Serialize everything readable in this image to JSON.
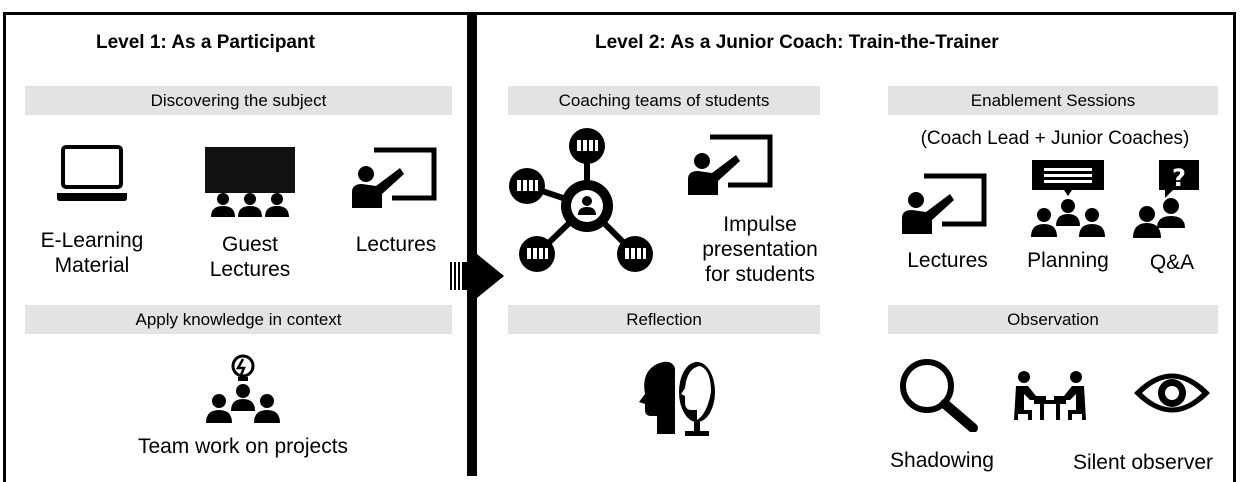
{
  "level1": {
    "title": "Level 1:  As a Participant",
    "discover_bar": "Discovering the subject",
    "items": {
      "elearning": [
        "E-Learning",
        "Material"
      ],
      "guest": [
        "Guest",
        "Lectures"
      ],
      "lectures": "Lectures"
    },
    "apply_bar": "Apply knowledge in context",
    "team_label": "Team work on projects"
  },
  "level2": {
    "title": "Level 2: As a Junior Coach: Train-the-Trainer",
    "coaching_bar": "Coaching teams of students",
    "impulse": [
      "Impulse",
      "presentation",
      "for students"
    ],
    "reflection_bar": "Reflection",
    "enablement_bar": "Enablement Sessions",
    "enablement_sub": "(Coach Lead + Junior Coaches)",
    "enablement_items": {
      "lectures": "Lectures",
      "planning": "Planning",
      "qa": "Q&A"
    },
    "observation_bar": "Observation",
    "observation_items": {
      "shadowing": "Shadowing",
      "silent": "Silent observer"
    }
  }
}
